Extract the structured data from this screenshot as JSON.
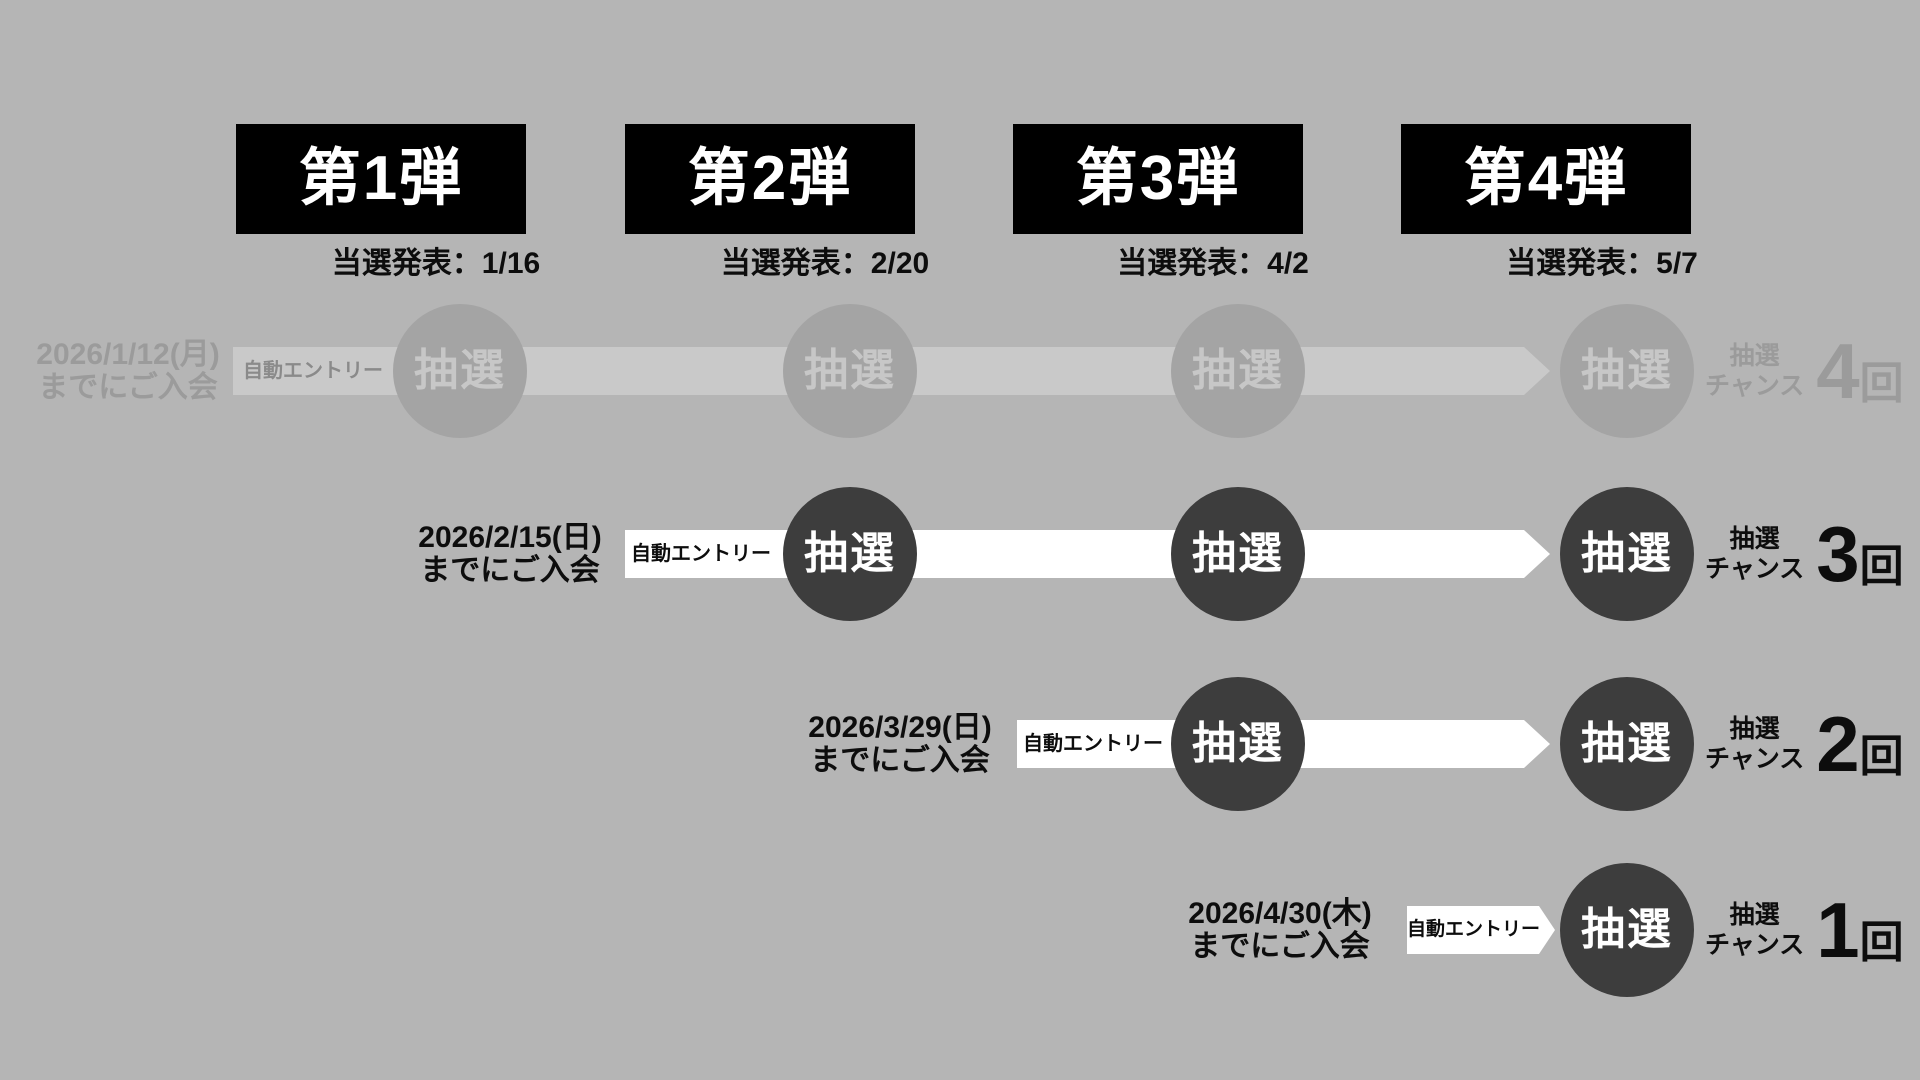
{
  "colors": {
    "bg": "#b5b5b5",
    "headerBg": "#000000",
    "headerText": "#ffffff",
    "textDark": "#0d0d0d",
    "bandActive": "#ffffff",
    "circleActive": "#3d3d3d",
    "circleActiveText": "#ffffff",
    "bandFaded": "#c9c9c9",
    "circleFaded": "#a4a4a4",
    "circleFadedText": "#c7c7c7",
    "textFaded": "#9b9b9b",
    "entryFadedText": "#8a8a8a"
  },
  "columns": [
    {
      "round_label": "第1弾",
      "announce_label": "当選発表：1/16"
    },
    {
      "round_label": "第2弾",
      "announce_label": "当選発表：2/20"
    },
    {
      "round_label": "第3弾",
      "announce_label": "当選発表：4/2"
    },
    {
      "round_label": "第4弾",
      "announce_label": "当選発表：5/7"
    }
  ],
  "rows": [
    {
      "deadline_line1": "2026/1/12(月)",
      "deadline_line2": "までにご入会",
      "entry_label": "自動エントリー",
      "lottery_label": "抽選",
      "chance_line1": "抽選",
      "chance_line2": "チャンス",
      "chance_count": "4",
      "chance_unit": "回"
    },
    {
      "deadline_line1": "2026/2/15(日)",
      "deadline_line2": "までにご入会",
      "entry_label": "自動エントリー",
      "lottery_label": "抽選",
      "chance_line1": "抽選",
      "chance_line2": "チャンス",
      "chance_count": "3",
      "chance_unit": "回"
    },
    {
      "deadline_line1": "2026/3/29(日)",
      "deadline_line2": "までにご入会",
      "entry_label": "自動エントリー",
      "lottery_label": "抽選",
      "chance_line1": "抽選",
      "chance_line2": "チャンス",
      "chance_count": "2",
      "chance_unit": "回"
    },
    {
      "deadline_line1": "2026/4/30(木)",
      "deadline_line2": "までにご入会",
      "entry_label": "自動エントリー",
      "lottery_label": "抽選",
      "chance_line1": "抽選",
      "chance_line2": "チャンス",
      "chance_count": "1",
      "chance_unit": "回"
    }
  ]
}
